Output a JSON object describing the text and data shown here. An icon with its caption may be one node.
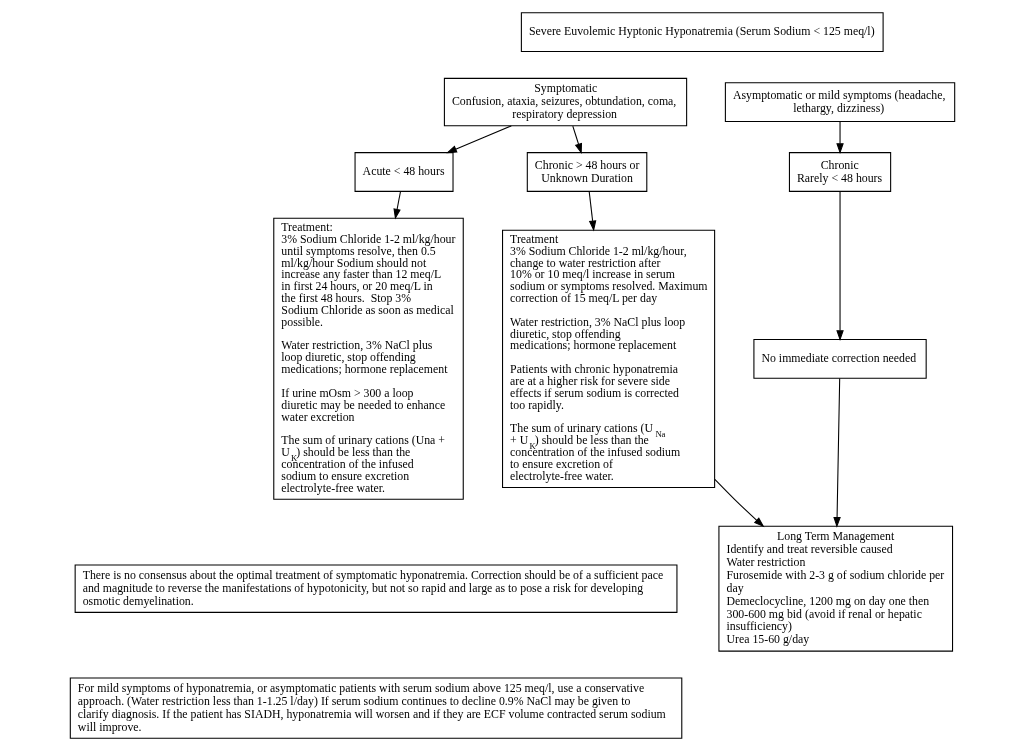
{
  "diagram": {
    "nodes": [
      {
        "text": [
          "Severe Euvolemic Hyptonic Hyponatremia (Serum Sodium < 125 meq/l)"
        ]
      },
      {
        "text": [
          "Symptomatic",
          "Confusion, ataxia, seizures, obtundation, coma, respiratory depression"
        ]
      },
      {
        "text": [
          "Acute < 48 hours"
        ]
      },
      {
        "text": [
          "Chronic > 48 hours or Unknown Duration"
        ]
      },
      {
        "text": [
          "Treatment:",
          "3% Sodium Chloride 1-2 ml/kg/hour until symptoms resolve, then 0.5 ml/kg/hour Sodium should not increase any faster than 12 meq/L in first 24 hours, or 20 meq/L in the first 48 hours.  Stop 3% Sodium Chloride as soon as medical possible.",
          "Water restriction, 3% NaCl plus loop diuretic, stop offending medications; hormone replacement",
          "If urine mOsm > 300 a loop diuretic may be needed to enhance water excretion",
          "The sum of urinary cations (Una + U$_{K}$) should be less than the concentration of the infused sodium to ensure excretion electrolyte-free water."
        ]
      },
      {
        "text": [
          "Treatment",
          "3% Sodium Chloride 1-2 ml/kg/hour, change to water restriction after 10% or 10 meq/l increase in serum sodium or symptoms resolved. Maximum correction of 15 meq/L per day",
          "Water restriction, 3% NaCl plus loop diuretic, stop offending medications; hormone replacement",
          "Patients with chronic hyponatremia are at a higher risk for severe side effects if serum sodium is corrected too rapidly.",
          "The sum of urinary cations (U$_{Na}$ + U$_{K}$) should be less than the concentration of the infused sodium to ensure excretion of electrolyte-free water."
        ]
      },
      {
        "text": [
          "Asymptomatic or mild symptoms (headache, lethargy, dizziness)"
        ]
      },
      {
        "text": [
          "Chronic",
          "Rarely < 48 hours"
        ]
      },
      {
        "text": [
          "No immediate correction needed"
        ]
      },
      {
        "text": [
          "Long Term Management",
          "Identify and treat reversible caused",
          "Water restriction",
          "Furosemide with 2-3 g of sodium chloride per day",
          "Demeclocycline, 1200 mg on day one then 300-600 mg bid (avoid if renal or hepatic insufficiency)",
          "Urea 15-60 g/day"
        ]
      },
      {
        "text": [
          "There is no consensus about the optimal treatment of symptomatic hyponatremia. Correction should be of a sufficient pace and magnitude to reverse the manifestations of hypotonicity, but not so rapid and large as to pose a risk for developing osmotic demyelination."
        ]
      },
      {
        "text": [
          "For mild symptoms of hyponatremia, or asymptomatic patients with serum sodium above 125 meq/l, use a conservative approach. (Water restriction less than 1-1.25 l/day) If serum sodium continues to decline 0.9% NaCl may be given to clarify diagnosis. If the patient has SIADH, hyponatremia will worsen and if they are ECF volume contracted serum sodium will improve."
        ]
      }
    ],
    "edges": [
      {
        "from": 1,
        "to": 2,
        "arrow": "to"
      },
      {
        "from": 1,
        "to": 3,
        "arrow": "to"
      },
      {
        "from": 2,
        "to": 4,
        "arrow": "to"
      },
      {
        "from": 3,
        "to": 5,
        "arrow": "to"
      },
      {
        "from": 6,
        "to": 7,
        "arrow": "to"
      },
      {
        "from": 7,
        "to": 8,
        "arrow": "to"
      },
      {
        "from": 8,
        "to": 9,
        "arrow": "to"
      },
      {
        "from": 5,
        "to": 9,
        "arrow": "to"
      }
    ]
  }
}
